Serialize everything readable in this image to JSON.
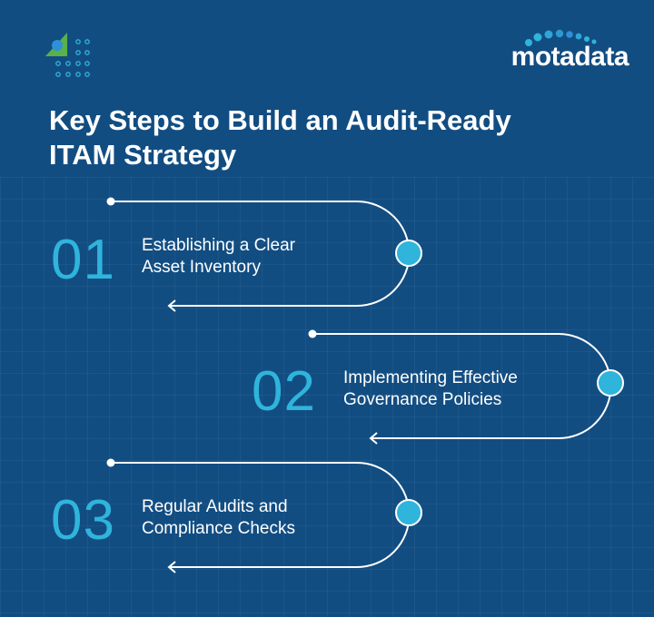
{
  "brand": {
    "name": "motadata"
  },
  "title": {
    "line1": "Key Steps to Build an Audit-Ready",
    "line2": "ITAM Strategy"
  },
  "steps": [
    {
      "number": "01",
      "line1": "Establishing a Clear",
      "line2": "Asset Inventory"
    },
    {
      "number": "02",
      "line1": "Implementing Effective",
      "line2": "Governance Policies"
    },
    {
      "number": "03",
      "line1": "Regular Audits and",
      "line2": "Compliance Checks"
    }
  ],
  "colors": {
    "background": "#124d82",
    "accent": "#2fb4dc",
    "green": "#5ab04a",
    "text": "#ffffff"
  }
}
